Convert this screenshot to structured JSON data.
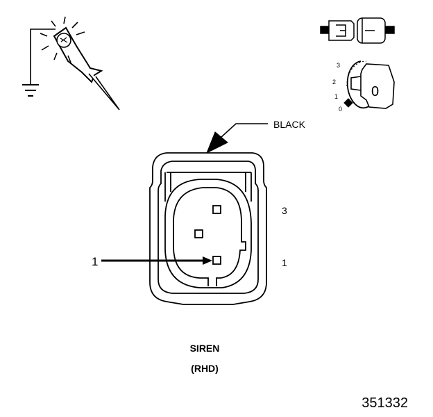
{
  "connector": {
    "color_label": "BLACK",
    "pin_label_top_right": "3",
    "pin_label_bottom_right": "1",
    "pointer_label": "1"
  },
  "ignition": {
    "positions": [
      "3",
      "2",
      "1",
      "0"
    ],
    "key_mark": "0"
  },
  "caption": {
    "line1": "SIREN",
    "line2": "(RHD)"
  },
  "figure_number": "351332",
  "icons": {
    "test_probe": "test-light-probe-icon",
    "ground": "ground-symbol-icon",
    "connector_disconnect": "connector-disconnected-icon",
    "ignition_switch": "ignition-key-icon"
  },
  "colors": {
    "line": "#000000",
    "background": "#ffffff"
  }
}
